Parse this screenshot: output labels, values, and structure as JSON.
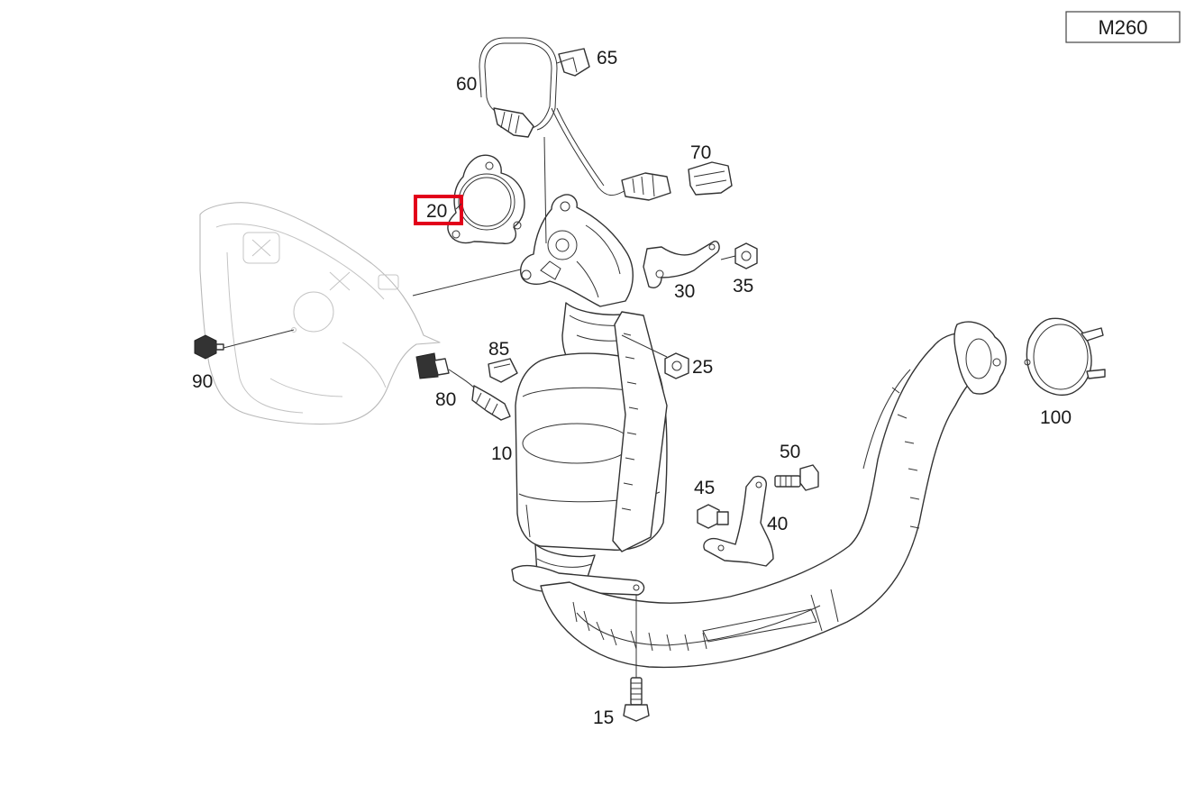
{
  "model_code": "M260",
  "highlighted_part": "20",
  "callouts": {
    "p10": "10",
    "p15": "15",
    "p20": "20",
    "p25": "25",
    "p30": "30",
    "p35": "35",
    "p40": "40",
    "p45": "45",
    "p50": "50",
    "p60": "60",
    "p65": "65",
    "p70": "70",
    "p80": "80",
    "p85": "85",
    "p90": "90",
    "p100": "100"
  },
  "colors": {
    "highlight": "#e2001a",
    "line": "#333333",
    "ghost": "#b9b9b9"
  }
}
